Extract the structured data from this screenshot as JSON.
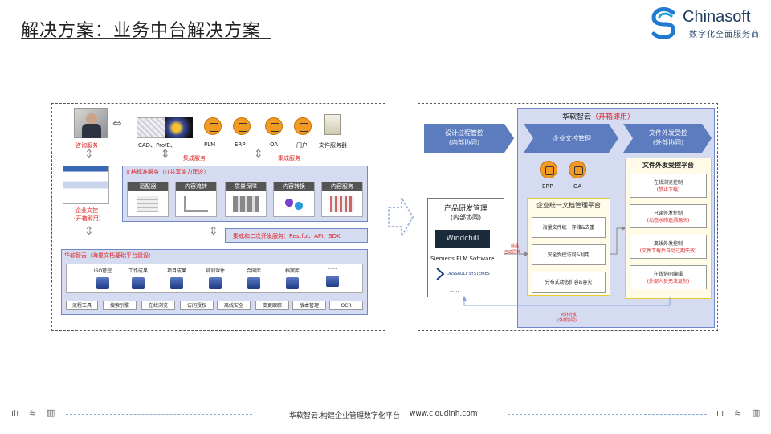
{
  "header": {
    "title": "解决方案：业务中台解决方案",
    "brand_name": "Chinasoft",
    "brand_sub": "数字化全面服务商"
  },
  "left": {
    "consult_label": "咨询服务",
    "cad_label": "CAD、Pro/E、···",
    "top_systems": [
      "PLM",
      "ERP",
      "OA",
      "门户",
      "文件服务器"
    ],
    "integration_left": "集成服务",
    "integration_right": "集成服务",
    "enterprise_doc": [
      "企业文控",
      "(开箱即用)"
    ],
    "doc_standard_title": "文档标准服务（IT共享能力建设）",
    "doc_cards": [
      "适配器",
      "内容流转",
      "质量保障",
      "内容转换",
      "内容服务"
    ],
    "integration_dev": "集成和二次开发服务：Restful、API、SDK",
    "platform_title": "华软智云（海量文档基础平台建设）",
    "repos": [
      "ISO管控",
      "工作成果",
      "项目成果",
      "培训课件",
      "合同库",
      "档案库",
      "······"
    ],
    "tools": [
      "流程工具",
      "搜索引擎",
      "在线浏览",
      "访问授权",
      "离线安全",
      "变更跟踪",
      "版本管理",
      "OCR"
    ]
  },
  "right": {
    "cloud_title": "华软智云",
    "cloud_title_suffix": "（开箱即用）",
    "chev1": [
      "设计过程管控",
      "(内部协同)"
    ],
    "chev2": "企业文控管理",
    "chev3": [
      "文件外发受控",
      "(外部协同)"
    ],
    "erp_label": "ERP",
    "oa_label": "OA",
    "prod_title": [
      "产品研发管理",
      "(内部协同)"
    ],
    "windchill": "Windchill",
    "siemens": "Siemens PLM Software",
    "dassault": "DASSAULT SYSTEMES",
    "prod_more": "······",
    "unified_title": "企业统一文档管理平台",
    "unified_items": [
      "海量文件统一存储&去重",
      "安全受控访问&利用",
      "分布式动态扩容&容灾"
    ],
    "arrow_note": [
      "成品",
      "自动同档"
    ],
    "external_title": "文件外发受控平台",
    "external_items": [
      {
        "name": "在线浏览控制",
        "note": "(禁止下载)"
      },
      {
        "name": "只读外发控制",
        "note": "(动态水印追溯源头)"
      },
      {
        "name": "离线外发控制",
        "note": "(文件下载后自动过期失效)"
      },
      {
        "name": "在线协同编辑",
        "note": "(外部人员无法复制)"
      }
    ],
    "bottom_note": [
      "对外分发",
      "(外部协同)"
    ]
  },
  "footer": {
    "text": "华软智云.构建企业管理数字化平台",
    "url": "www.cloudinh.com"
  }
}
